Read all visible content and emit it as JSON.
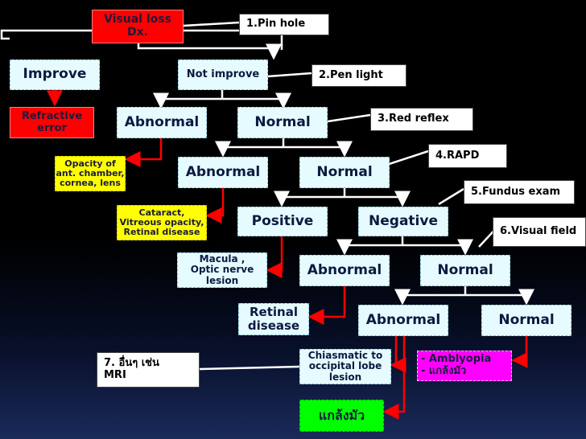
{
  "nodes": {
    "visual_loss": "Visual loss\nDx.",
    "improve": "Improve",
    "not_improve": "Not improve",
    "refractive_error": "Refractive\nerror",
    "abnormal_1": "Abnormal",
    "normal_1": "Normal",
    "opacity": "Opacity of\nant. chamber,\ncornea, lens",
    "abnormal_2": "Abnormal",
    "normal_2": "Normal",
    "cataract": "Cataract,\nVitreous opacity,\nRetinal disease",
    "positive": "Positive",
    "negative": "Negative",
    "macula": "Macula ,\nOptic nerve\nlesion",
    "abnormal_3": "Abnormal",
    "normal_3": "Normal",
    "retinal_disease": "Retinal\ndisease",
    "abnormal_4": "Abnormal",
    "normal_4": "Normal",
    "chiasmatic": "Chiasmatic to\noccipital lobe\nlesion",
    "amblyopia": "- Amblyopia\n- แกล้งมัว",
    "malingering": "แกล้งมัว"
  },
  "steps": {
    "s1": "1.Pin hole",
    "s2": "2.Pen light",
    "s3": "3.Red reflex",
    "s4": "4.RAPD",
    "s5": "5.Fundus exam",
    "s6": "6.Visual field",
    "s7": "7. อื่นๆ เช่น\nMRI"
  },
  "colors": {
    "background": "#000000",
    "node": "#e6fbff",
    "root": "#ff0000",
    "diagnosis_pink": "#ff00ff",
    "diagnosis_yellow": "#ffff00",
    "diagnosis_green": "#00ff00",
    "connector": "#ffffff",
    "arrow": "#ff0000"
  }
}
